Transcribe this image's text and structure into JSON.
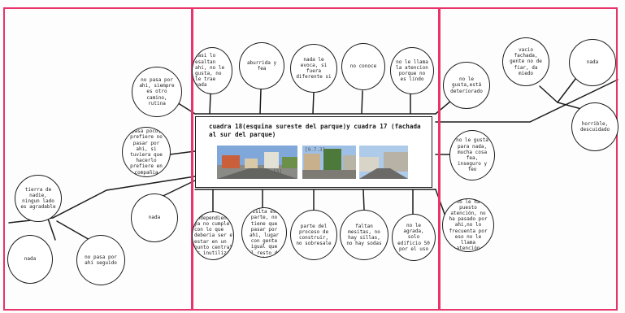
{
  "header": {
    "title": "cuadra 18(esquina sureste del parque)y cuadra 17 (fachada al sur del parque)",
    "stamp1": "[3]",
    "stamp2": "[9.7.3]"
  },
  "colors": {
    "panel_border": "#e8336b",
    "ink": "#1d1d1d"
  },
  "left": [
    "no pasa por ahi, siempre es otro camino, rutina",
    "pasa poco, prefiere no pasar por ahi, si tuviera que hacerlo prefiere en compañia",
    "tierra de nadie, ningun lado es agradable",
    "nada",
    "nada",
    "no pasa por ahi seguido"
  ],
  "top": [
    "casi lo esaltan ahi, no le gusta, no le trae nada",
    "aburrida y fea",
    "nada le evoca, si fuera diferente si",
    "no conoce",
    "no le llama la atencion porque no es lindo"
  ],
  "bottom": [
    "independiente, ya no cumple con lo que deberia ser el estar en un punto central, es inutilizado",
    "nunca visita esa parte, no tiene que pasar por ahi, lugar con gente igual que al resto de ahi",
    "parte del proceso de construir, no sobresale",
    "faltan mesitas, no hay sillas, no hay sodas",
    "no le agrada, solo edificio 50 por el uso"
  ],
  "right": [
    "no le gusta,está deteriorado",
    "no le gusta para nada, mucha cosa fea, inseguro y feo",
    "no le ha puesto atención, no ha pasado por ahi,no lo frecuenta por eso no le llama atención",
    "vacio fachada, gente no de fiar, da miedo",
    "nada",
    "horrible, descuidado"
  ]
}
